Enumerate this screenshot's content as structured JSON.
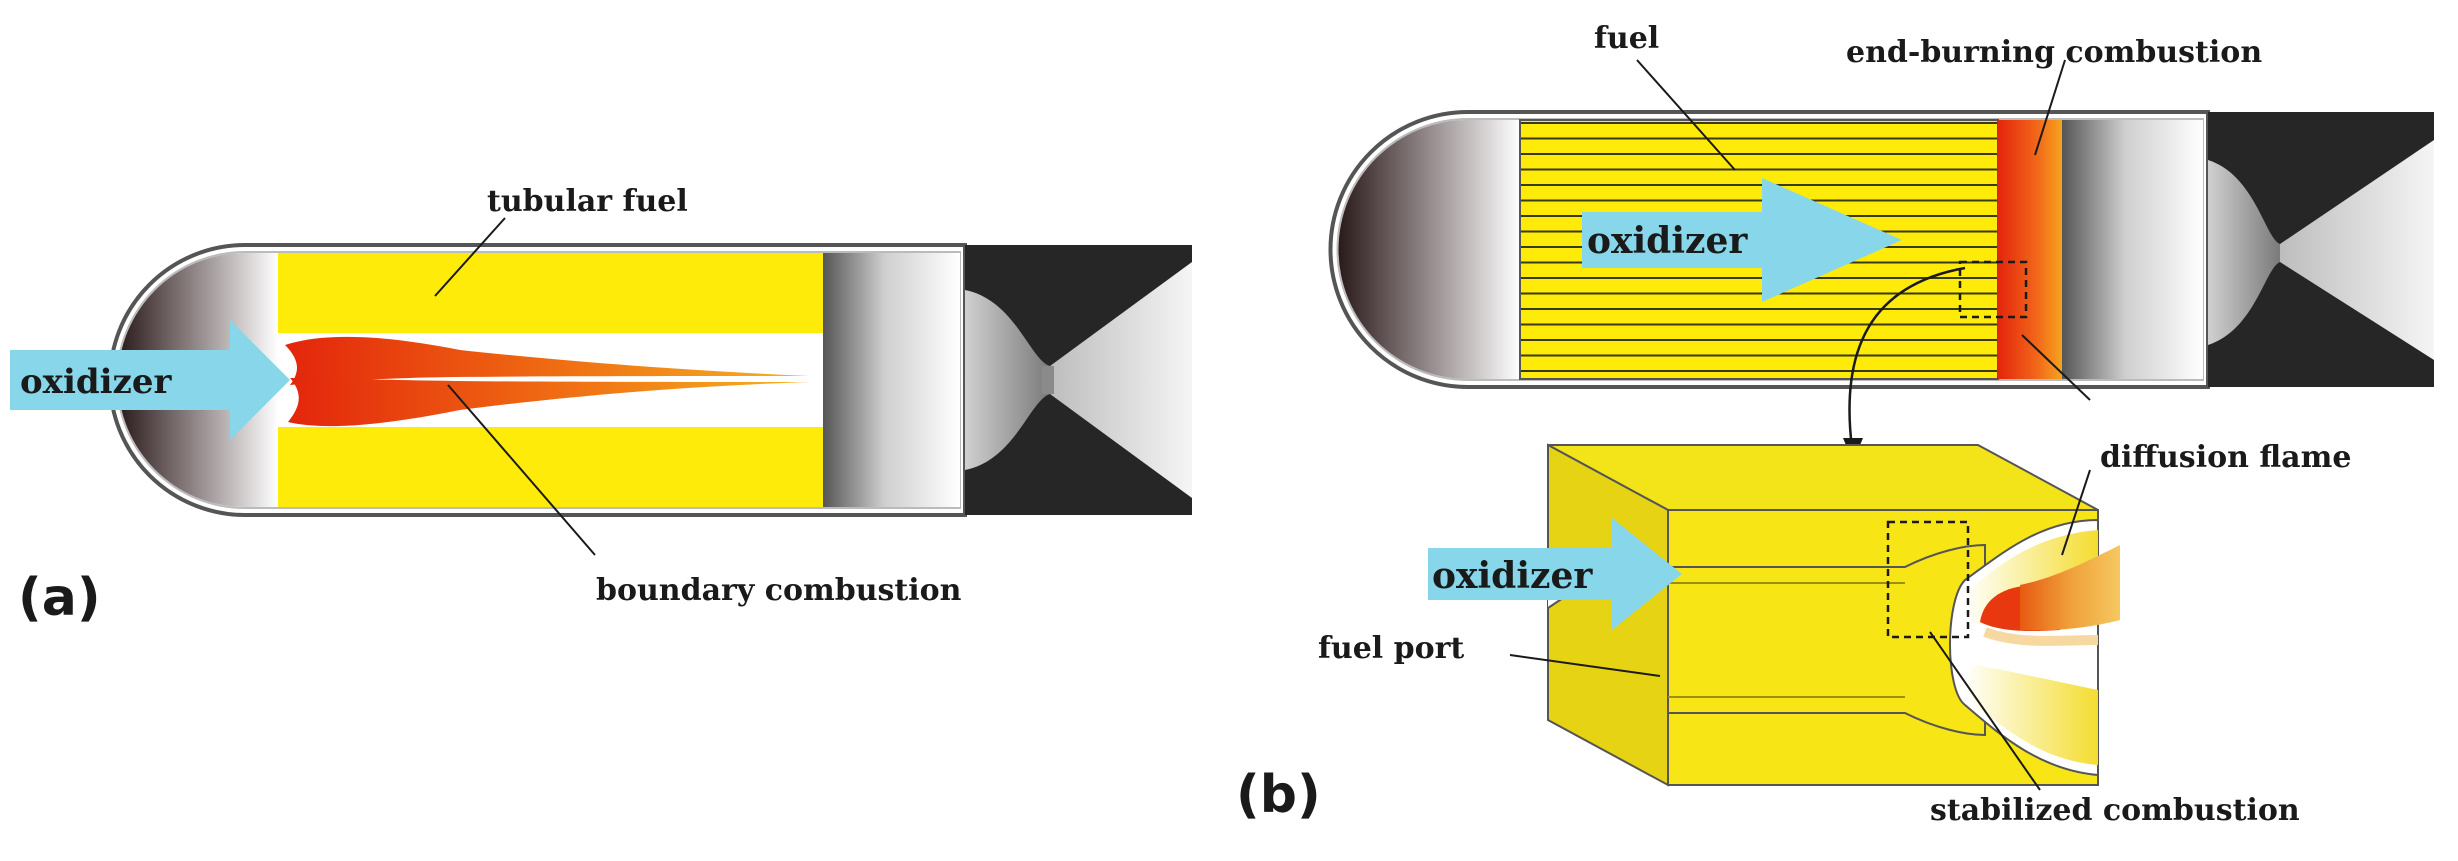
{
  "panel_a": {
    "panel_label": "(a)",
    "labels": {
      "tubular_fuel": "tubular fuel",
      "oxidizer": "oxidizer",
      "boundary_combustion": "boundary combustion"
    }
  },
  "panel_b": {
    "panel_label": "(b)",
    "labels": {
      "fuel": "fuel",
      "end_burning_combustion": "end-burning combustion",
      "oxidizer_motor": "oxidizer",
      "diffusion_flame": "diffusion flame",
      "oxidizer_block": "oxidizer",
      "fuel_port": "fuel port",
      "stabilized_combustion": "stabilized combustion"
    }
  },
  "colors": {
    "fuel_yellow": "#ffeb0a",
    "fuel_yellow_block": "#f7e516",
    "oxidizer_arrow": "#87d6ea",
    "flame_red": "#e8380f",
    "flame_orange": "#f5a020",
    "nozzle_dark": "#262626"
  }
}
